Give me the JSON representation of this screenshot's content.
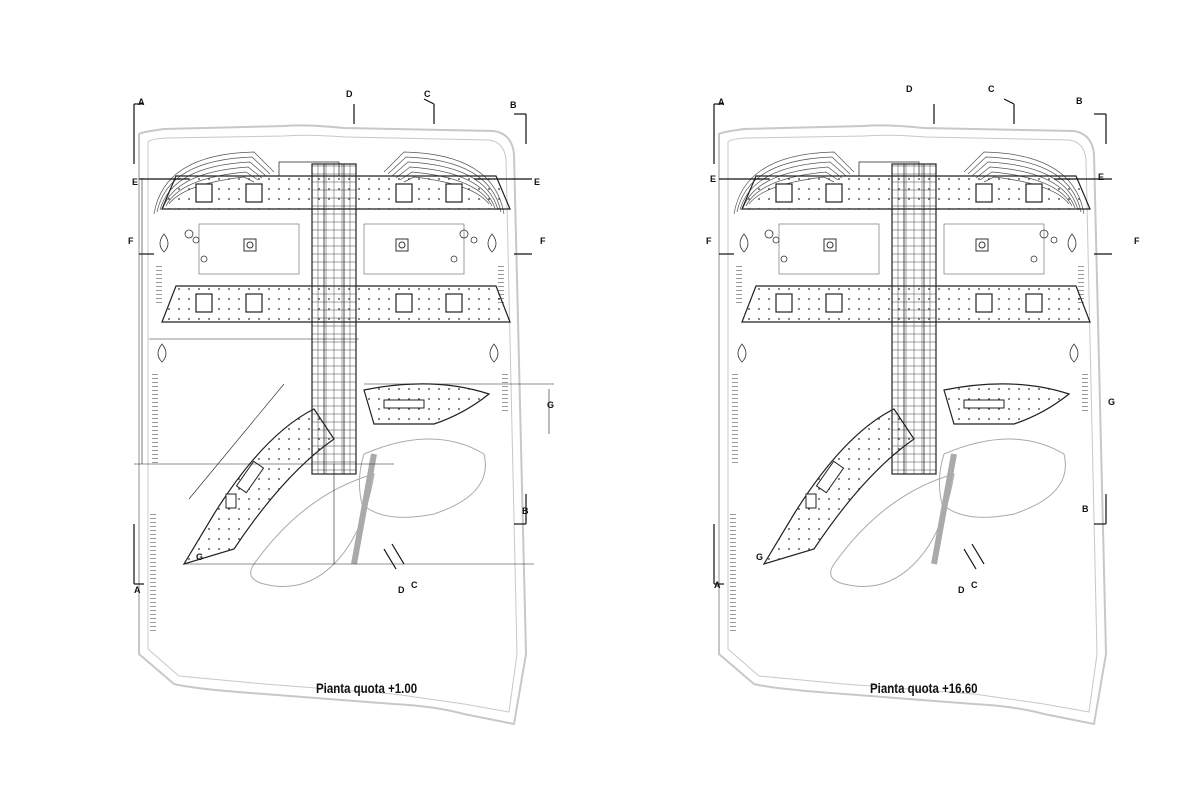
{
  "captions": {
    "left": "Pianta quota +1.00",
    "right": "Pianta quota +16.60"
  },
  "section_markers": [
    "A",
    "B",
    "C",
    "D",
    "E",
    "F",
    "G"
  ],
  "colors": {
    "line": "#222222",
    "light_line": "#c8c8c8",
    "background": "#ffffff"
  }
}
